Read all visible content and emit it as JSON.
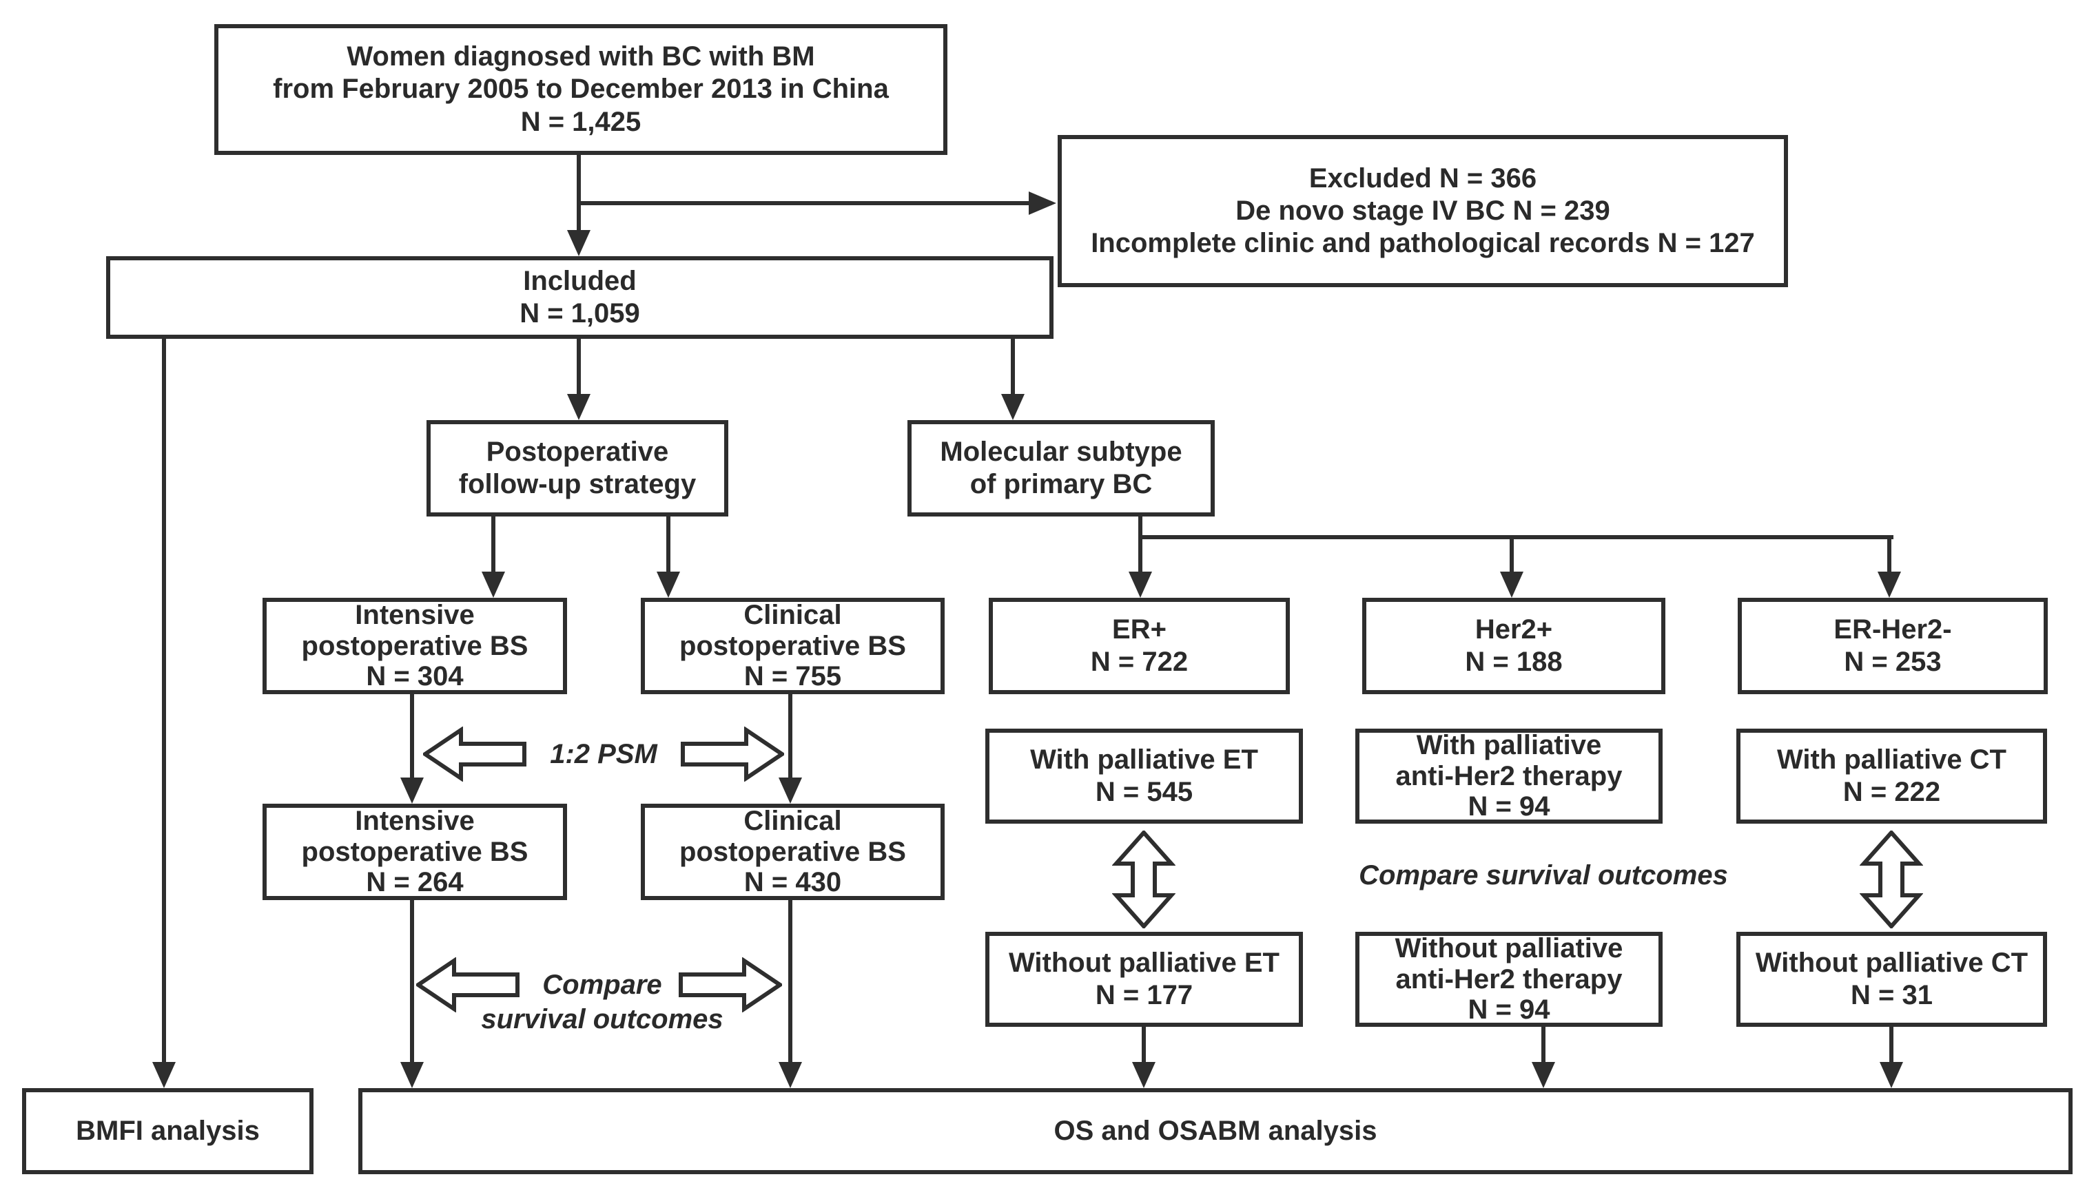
{
  "colors": {
    "line": "#2e2e2e",
    "background": "#ffffff",
    "text": "#2a2a2a"
  },
  "boxes": {
    "source": {
      "lines": [
        "Women diagnosed with BC with BM",
        "from February 2005 to December 2013 in China",
        "N = 1,425"
      ]
    },
    "excluded": {
      "lines": [
        "Excluded N = 366",
        "De novo stage IV BC N = 239",
        "Incomplete clinic and pathological records N = 127"
      ]
    },
    "included": {
      "lines": [
        "Included",
        "N = 1,059"
      ]
    },
    "postop": {
      "lines": [
        "Postoperative",
        "follow-up strategy"
      ]
    },
    "molecular": {
      "lines": [
        "Molecular subtype",
        "of primary BC"
      ]
    },
    "intensive1": {
      "lines": [
        "Intensive",
        "postoperative BS",
        "N = 304"
      ]
    },
    "clinical1": {
      "lines": [
        "Clinical",
        "postoperative BS",
        "N = 755"
      ]
    },
    "er": {
      "lines": [
        "ER+",
        "N = 722"
      ]
    },
    "her2": {
      "lines": [
        "Her2+",
        "N = 188"
      ]
    },
    "erher2": {
      "lines": [
        "ER-Her2-",
        "N = 253"
      ]
    },
    "intensive2": {
      "lines": [
        "Intensive",
        "postoperative BS",
        "N = 264"
      ]
    },
    "clinical2": {
      "lines": [
        "Clinical",
        "postoperative BS",
        "N = 430"
      ]
    },
    "with_et": {
      "lines": [
        "With palliative ET",
        "N = 545"
      ]
    },
    "with_her2": {
      "lines": [
        "With palliative",
        "anti-Her2 therapy",
        "N = 94"
      ]
    },
    "with_ct": {
      "lines": [
        "With palliative CT",
        "N = 222"
      ]
    },
    "without_et": {
      "lines": [
        "Without palliative ET",
        "N = 177"
      ]
    },
    "without_her2": {
      "lines": [
        "Without palliative",
        "anti-Her2 therapy",
        "N = 94"
      ]
    },
    "without_ct": {
      "lines": [
        "Without palliative CT",
        "N = 31"
      ]
    },
    "bmfi": {
      "lines": [
        "BMFI analysis"
      ]
    },
    "os": {
      "lines": [
        "OS and OSABM analysis"
      ]
    }
  },
  "labels": {
    "psm": "1:2 PSM",
    "compare_left_line1": "Compare",
    "compare_left_line2": "survival outcomes",
    "compare_right": "Compare survival outcomes"
  }
}
